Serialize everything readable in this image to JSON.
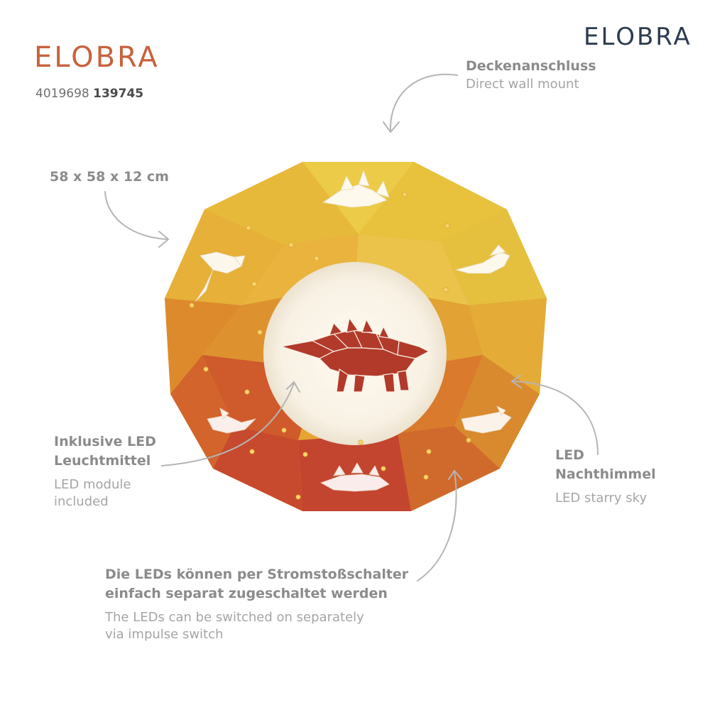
{
  "brand": {
    "logo_left": "ELOBRA",
    "logo_right": "ELOBRA",
    "color_left": "#c8623d",
    "color_right": "#2d3b4f"
  },
  "article": {
    "ean_prefix": "4019698",
    "number": "139745"
  },
  "dimensions": "58 x 58 x 12 cm",
  "features": {
    "ceiling": {
      "de": "Deckenanschluss",
      "en": "Direct wall mount"
    },
    "led_module": {
      "de_line1": "Inklusive LED",
      "de_line2": "Leuchtmittel",
      "en_line1": "LED module",
      "en_line2": "included"
    },
    "night_sky": {
      "de_line1": "LED",
      "de_line2": "Nachthimmel",
      "en": "LED starry sky"
    },
    "switch": {
      "de_line1": "Die LEDs können per Stromstoßschalter",
      "de_line2": "einfach separat zugeschaltet werden",
      "en_line1": "The LEDs can be switched on separately",
      "en_line2": "via impulse switch"
    }
  },
  "colors": {
    "facet_yellow": "#e8c23a",
    "facet_orange": "#e39431",
    "facet_red": "#c2462f",
    "dino_red": "#b23a2b",
    "center_glow": "#fbf6ec",
    "label_grey": "#8b8b8b"
  },
  "icons": [
    "stegosaurus-icon",
    "dinosaur-icon",
    "led-dot-icon",
    "arrow-icon"
  ]
}
